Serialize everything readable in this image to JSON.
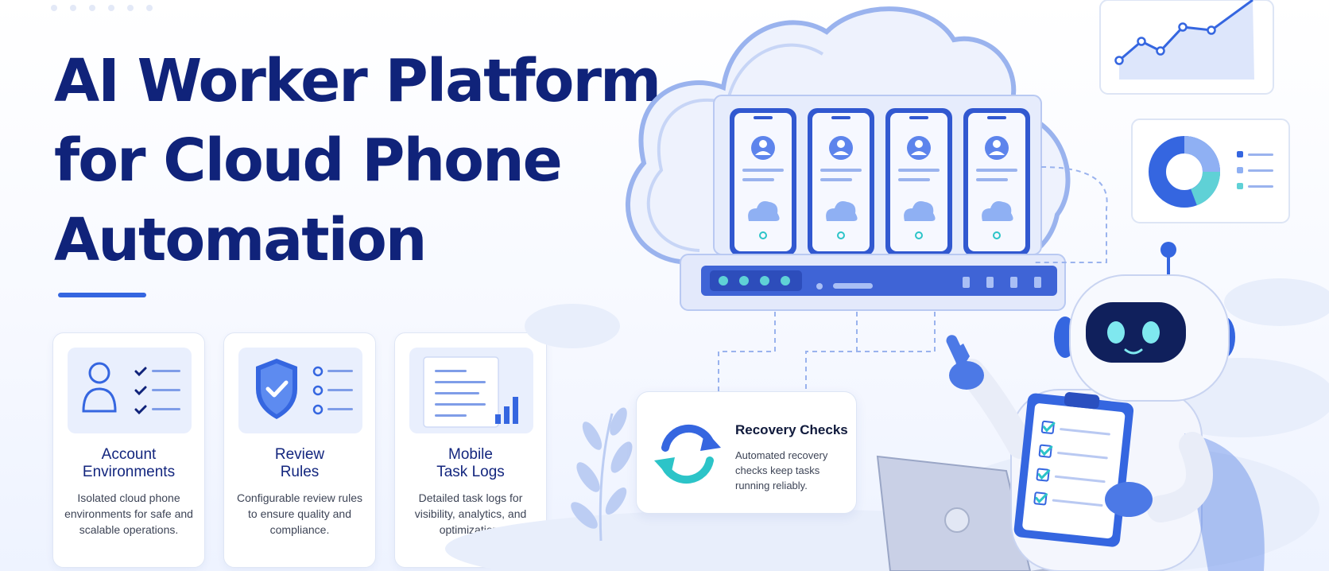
{
  "hero": {
    "title_lines": [
      "AI Worker Platform",
      "for Cloud Phone",
      "Automation"
    ]
  },
  "features": [
    {
      "title_lines": [
        "Account",
        "Environments"
      ],
      "description": "Isolated cloud phone environments for safe and scalable operations.",
      "icon": "user-checklist-icon"
    },
    {
      "title_lines": [
        "Review",
        "Rules"
      ],
      "description": "Configurable review rules to ensure quality and compliance.",
      "icon": "shield-check-icon"
    },
    {
      "title_lines": [
        "Mobile",
        "Task Logs"
      ],
      "description": "Detailed task logs for visibility, analytics, and optimization.",
      "icon": "document-bar-chart-icon"
    }
  ],
  "recovery": {
    "title": "Recovery Checks",
    "description": "Automated recovery checks keep tasks running reliably.",
    "icon": "refresh-cycle-icon"
  },
  "illustration": {
    "phone_count": 4,
    "icons": [
      "cloud-icon",
      "server-rack-icon",
      "phone-icon",
      "line-chart-icon",
      "donut-chart-icon",
      "robot-icon",
      "clipboard-checklist-icon",
      "laptop-icon",
      "plant-icon"
    ]
  },
  "colors": {
    "title": "#10237a",
    "accent": "#3566e0",
    "teal": "#2cc4c8",
    "soft_blue": "#e9effd"
  }
}
